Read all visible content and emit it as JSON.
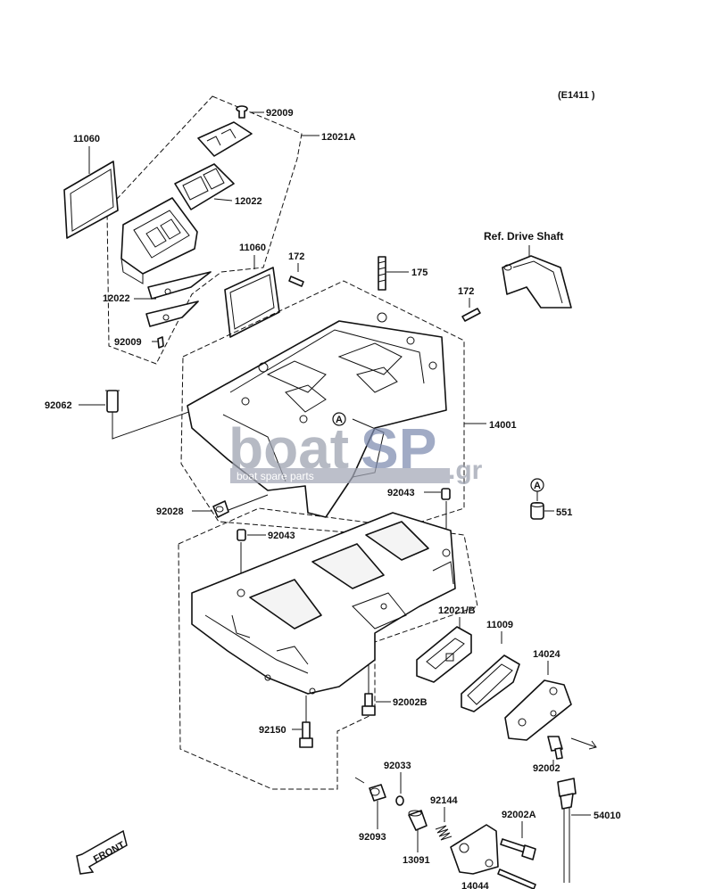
{
  "diagram_code": "(E1411 )",
  "reference": "Ref. Drive Shaft",
  "front_marker": "FRONT",
  "ref_mark": "A",
  "watermark": {
    "brand_a": "boat",
    "brand_b": "SP",
    "tld": ".gr",
    "tagline": "boat spare parts"
  },
  "parts": {
    "p92009_top": "92009",
    "p12021A": "12021A",
    "p11060_left": "11060",
    "p12022_right": "12022",
    "p12022_left": "12022",
    "p92009_bottom": "92009",
    "p11060_mid": "11060",
    "p172_left": "172",
    "p175": "175",
    "p172_right": "172",
    "p92062": "92062",
    "p14001": "14001",
    "p92043_right": "92043",
    "p551": "551",
    "p92028": "92028",
    "p92043_left": "92043",
    "p12021B": "12021/B",
    "p11009": "11009",
    "p14024": "14024",
    "p92002B": "92002B",
    "p92150": "92150",
    "p92002": "92002",
    "p92033": "92033",
    "p92144": "92144",
    "p92002A": "92002A",
    "p54010": "54010",
    "p92093": "92093",
    "p13091": "13091",
    "p14044": "14044"
  }
}
